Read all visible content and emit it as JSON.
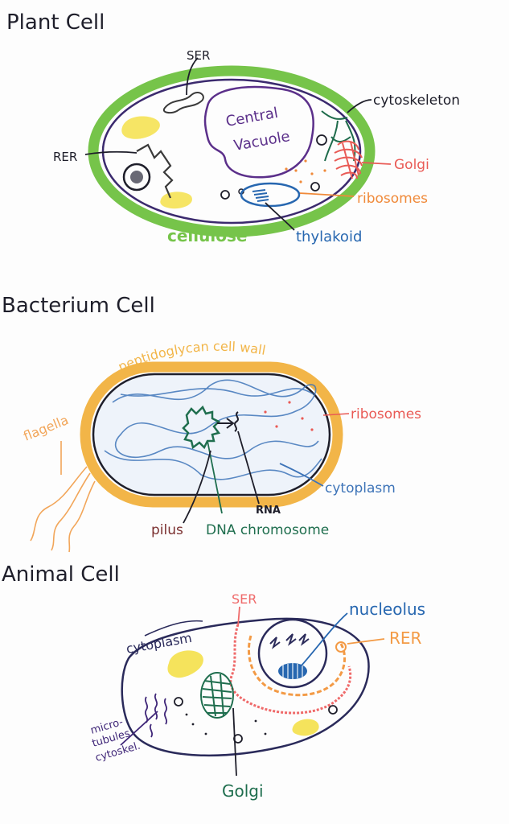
{
  "colors": {
    "ink": "#1e1e2a",
    "cell_membrane_purple": "#3b2a6e",
    "cellulose_green": "#76c44a",
    "dark_green": "#1e6b4b",
    "golgi_red": "#e95a55",
    "ribosome_orange": "#f08a3a",
    "thylakoid_blue": "#2767b0",
    "chloroplast_yellow": "#f4e04a",
    "bacteria_wall_orange": "#f2b548",
    "bacteria_blue": "#3e74b8",
    "bacteria_green": "#1f6e4e",
    "ser_pink": "#ef6a6a",
    "rer_orange": "#f39a45",
    "microtubule_purple": "#3f2678"
  },
  "plant": {
    "title": "Plant Cell",
    "labels": {
      "ser": "SER",
      "central_vacuole_1": "Central",
      "central_vacuole_2": "Vacuole",
      "cytoskeleton": "cytoskeleton",
      "rer": "RER",
      "golgi": "Golgi",
      "ribosomes": "ribosomes",
      "cellulose": "cellulose",
      "thylakoid": "thylakoid"
    }
  },
  "bacterium": {
    "title": "Bacterium Cell",
    "labels": {
      "wall": "peptidoglycan cell wall",
      "ribosomes": "ribosomes",
      "flagella": "flagella",
      "cytoplasm": "cytoplasm",
      "rna": "RNA",
      "pilus": "pilus",
      "dna": "DNA chromosome"
    }
  },
  "animal": {
    "title": "Animal Cell",
    "labels": {
      "ser": "SER",
      "nucleolus": "nucleolus",
      "rer": "RER",
      "cytoplasm": "cytoplasm",
      "micro_1": "micro-",
      "micro_2": "tubules",
      "micro_3": "cytoskel.",
      "golgi": "Golgi"
    }
  }
}
